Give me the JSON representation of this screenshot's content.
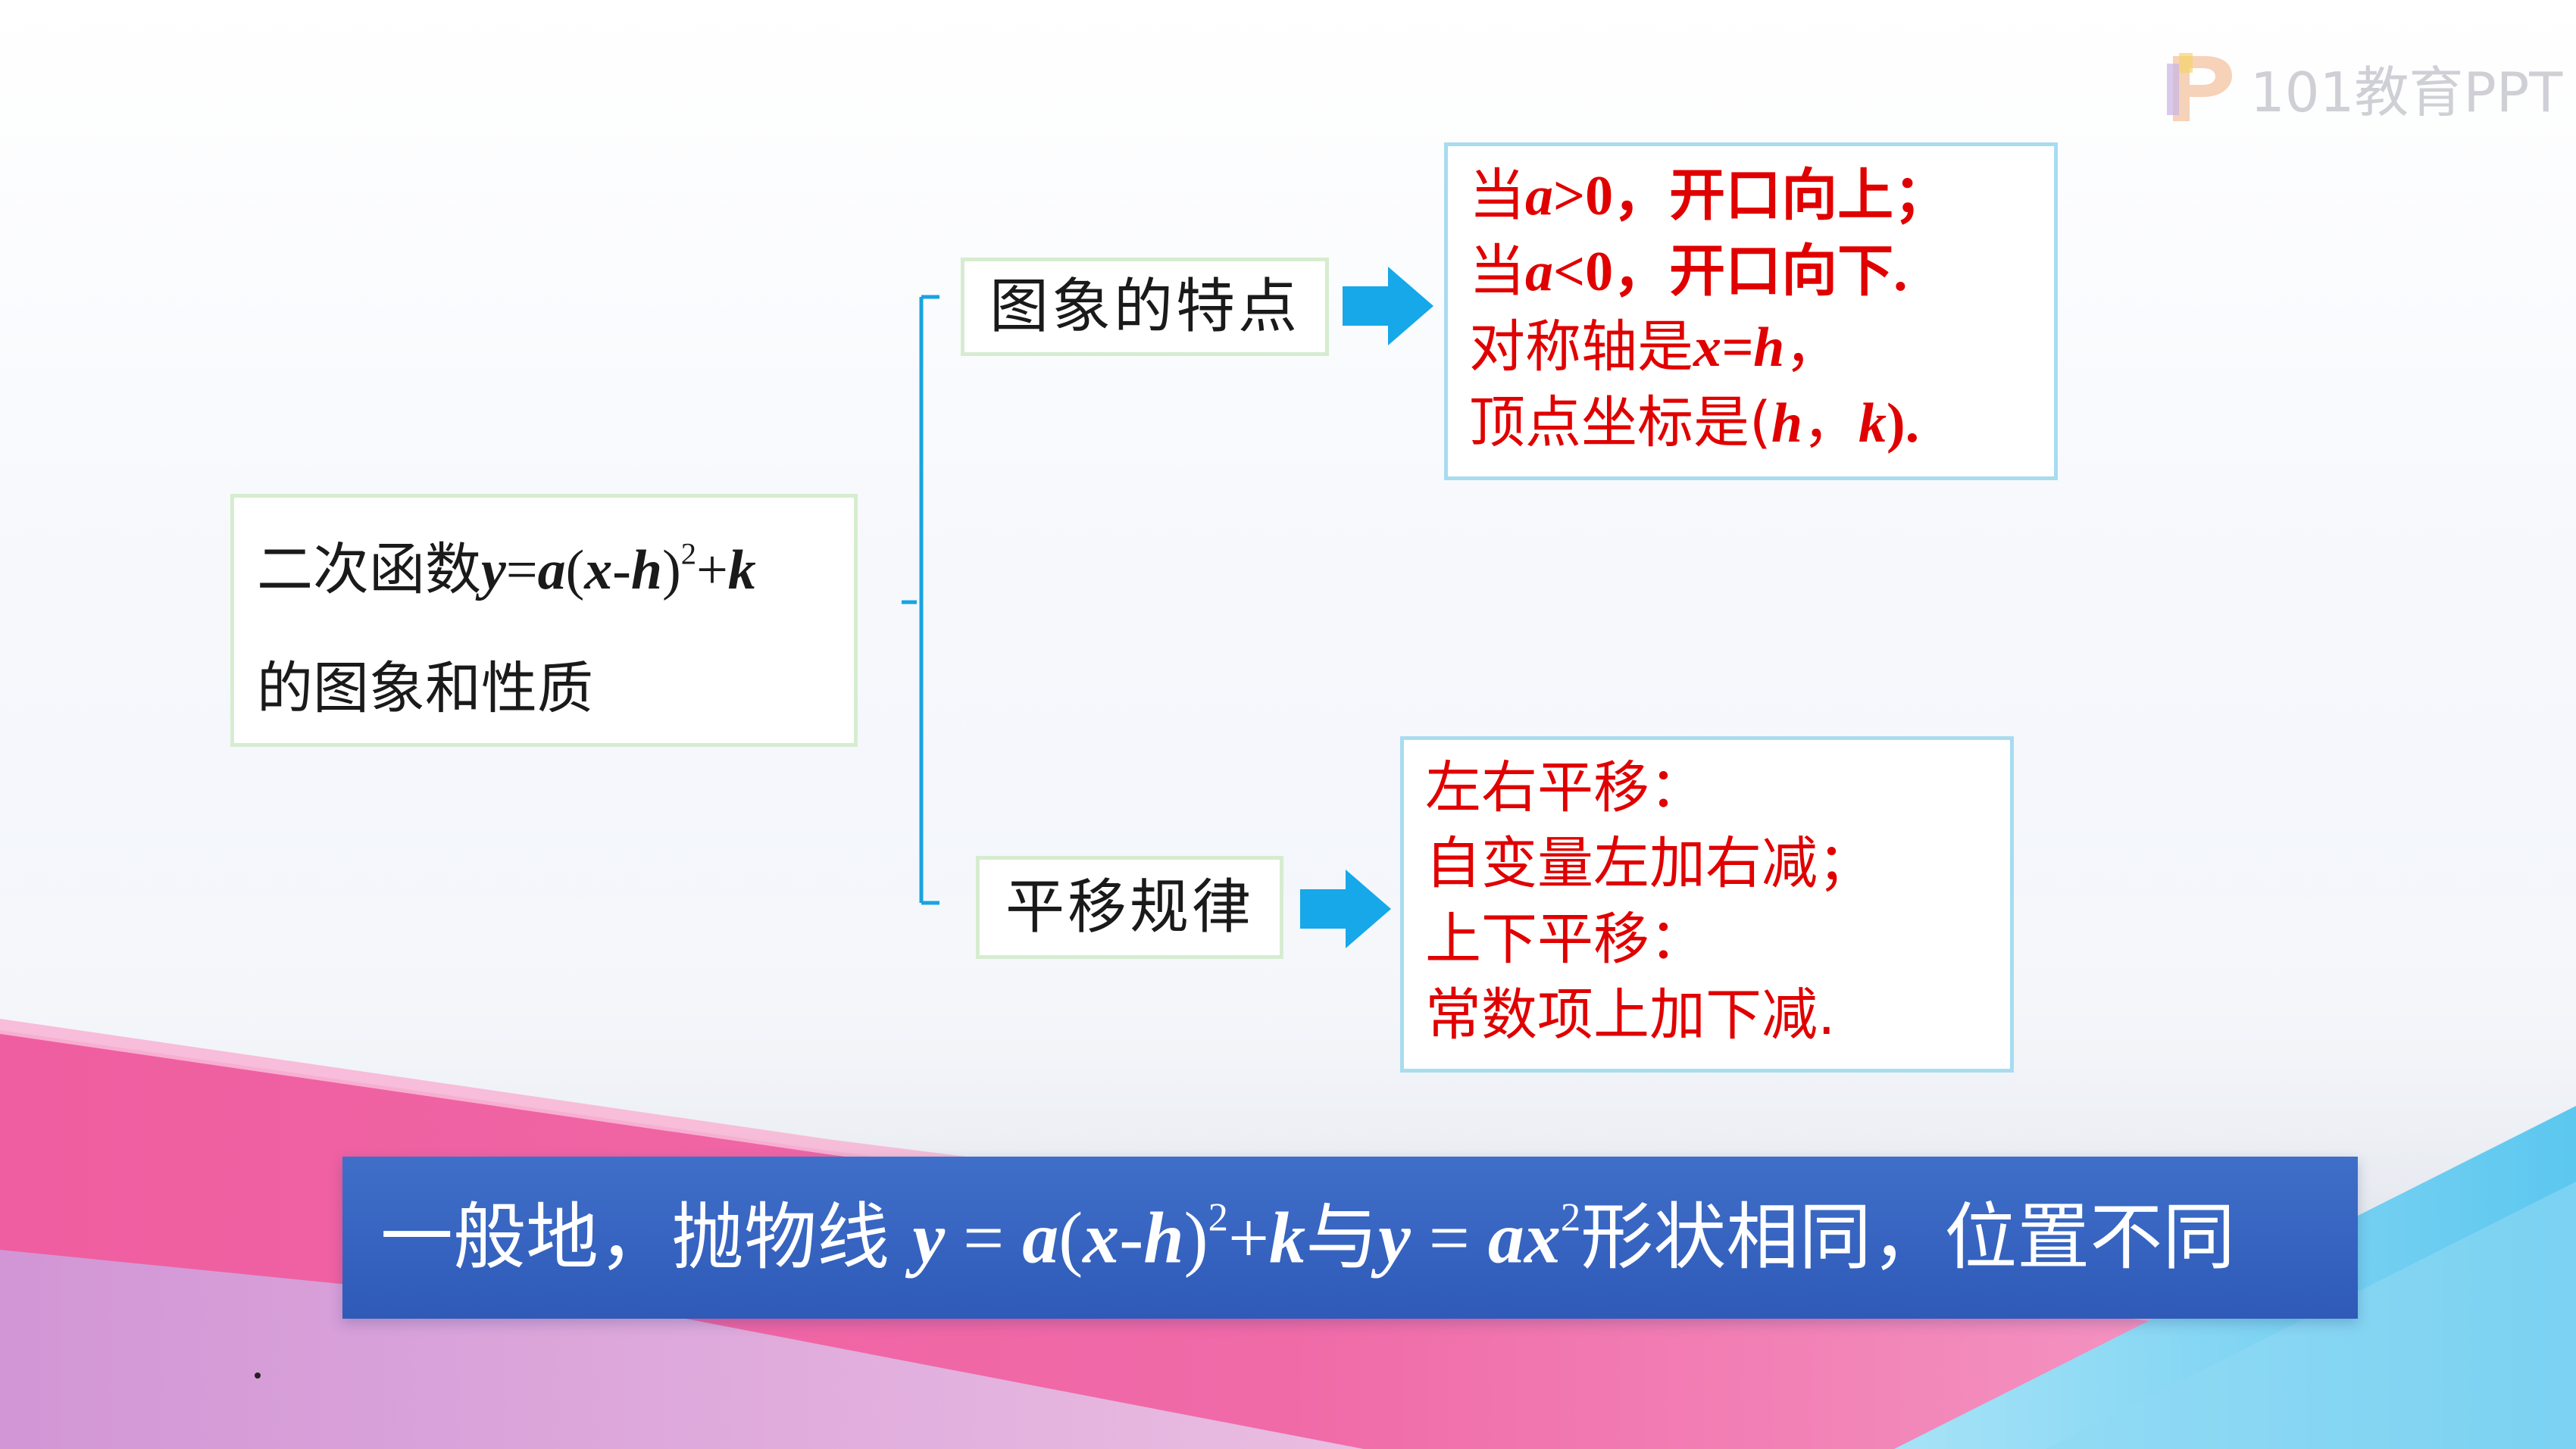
{
  "logo": {
    "text": "101教育PPT"
  },
  "main": {
    "line1_prefix": "二次函数",
    "eq_y": "y",
    "eq_eq": "=",
    "eq_a": "a",
    "eq_open": "(",
    "eq_x": "x",
    "eq_minus": "-",
    "eq_h": "h",
    "eq_close": ")",
    "eq_sup": "2",
    "eq_plus": "+",
    "eq_k": "k",
    "line2": "的图象和性质"
  },
  "branches": [
    {
      "label": "图象的特点",
      "lines": [
        {
          "pre": "当",
          "var": "a",
          "post": ">0，开口向上；"
        },
        {
          "pre": "当",
          "var": "a",
          "post": "<0，开口向下."
        },
        {
          "pre": "对称轴是",
          "var": "x=h",
          "post": "，"
        },
        {
          "pre": "顶点坐标是(",
          "var": "h",
          "mid": "，",
          "var2": "k",
          "post": ")."
        }
      ]
    },
    {
      "label": "平移规律",
      "lines": [
        {
          "text": "左右平移："
        },
        {
          "text": "自变量左加右减；"
        },
        {
          "text": "上下平移："
        },
        {
          "text": "常数项上加下减."
        }
      ]
    }
  ],
  "banner": {
    "prefix": "一般地，抛物线 ",
    "e1_y": "y",
    "e1_eq": " = ",
    "e1_a": "a",
    "e1_open": "(",
    "e1_x": "x",
    "e1_minus": "-",
    "e1_h": "h",
    "e1_close": ")",
    "e1_sup": "2",
    "e1_plus": "+",
    "e1_k": "k",
    "mid": "与",
    "e2_y": "y",
    "e2_eq": " = ",
    "e2_ax": "ax",
    "e2_sup": "2",
    "suffix": "形状相同，位置不同"
  },
  "colors": {
    "red_text": "#e00000",
    "connector": "#1aa3e0",
    "arrow": "#16a8e8",
    "banner_bg": "#3561bd",
    "green_border": "#d6ecd0",
    "blue_border": "#a8dcef"
  }
}
